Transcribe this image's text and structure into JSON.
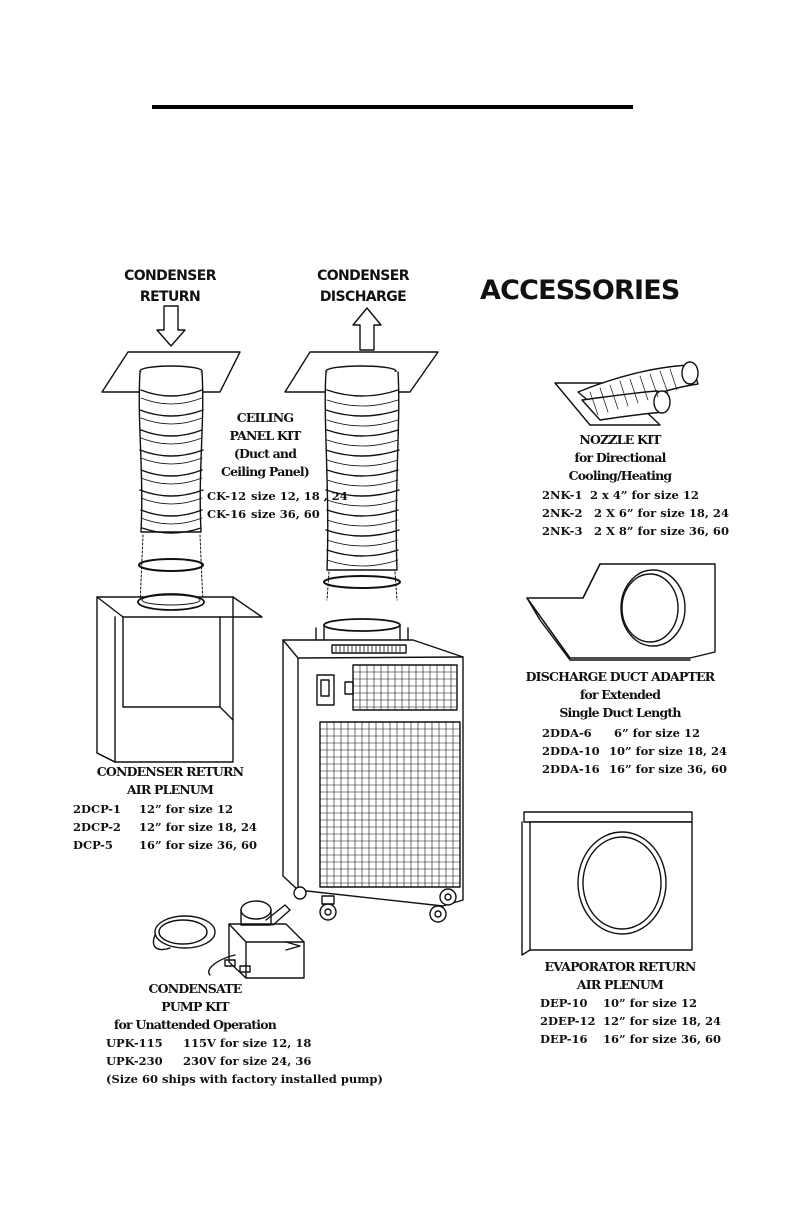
{
  "labels": {
    "condenser_return": [
      "CONDENSER",
      "RETURN"
    ],
    "condenser_discharge": [
      "CONDENSER",
      "DISCHARGE"
    ],
    "accessories_title": "ACCESSORIES"
  },
  "ceiling_panel_kit": {
    "heading": [
      "CEILING",
      "PANEL KIT",
      "(Duct and",
      "Ceiling Panel)"
    ],
    "items": [
      {
        "code": "CK-12",
        "desc": "size 12, 18 , 24"
      },
      {
        "code": "CK-16",
        "desc": "size 36, 60"
      }
    ]
  },
  "nozzle_kit": {
    "heading": [
      "NOZZLE KIT",
      "for Directional",
      "Cooling/Heating"
    ],
    "items": [
      {
        "code": "2NK-1",
        "desc": "2 x 4”  for size 12"
      },
      {
        "code": "2NK-2",
        "desc": "2 X 6” for size 18, 24"
      },
      {
        "code": "2NK-3",
        "desc": "2 X 8” for size 36, 60"
      }
    ]
  },
  "discharge_duct_adapter": {
    "heading": [
      "DISCHARGE DUCT ADAPTER",
      "for Extended",
      "Single Duct Length"
    ],
    "items": [
      {
        "code": "2DDA-6",
        "desc": "6”  for size 12"
      },
      {
        "code": "2DDA-10",
        "desc": "10” for size 18, 24"
      },
      {
        "code": "2DDA-16",
        "desc": "16” for size 36, 60"
      }
    ]
  },
  "condenser_return_plenum": {
    "heading": [
      "CONDENSER RETURN",
      "AIR PLENUM"
    ],
    "items": [
      {
        "code": "2DCP-1",
        "desc": "12” for size 12"
      },
      {
        "code": "2DCP-2",
        "desc": "12” for size 18, 24"
      },
      {
        "code": "DCP-5",
        "desc": "16” for size 36, 60"
      }
    ]
  },
  "evaporator_return_plenum": {
    "heading": [
      "EVAPORATOR RETURN",
      "AIR PLENUM"
    ],
    "items": [
      {
        "code": "DEP-10",
        "desc": "10” for size 12"
      },
      {
        "code": "2DEP-12",
        "desc": "12” for size 18, 24"
      },
      {
        "code": "DEP-16",
        "desc": "16” for size 36, 60"
      }
    ]
  },
  "condensate_pump_kit": {
    "heading": [
      "CONDENSATE",
      "PUMP KIT",
      "for Unattended Operation"
    ],
    "items": [
      {
        "code": "UPK-115",
        "desc": "115V for size 12, 18"
      },
      {
        "code": "UPK-230",
        "desc": "230V for size 24, 36"
      }
    ],
    "note": "(Size 60 ships with factory installed pump)"
  }
}
